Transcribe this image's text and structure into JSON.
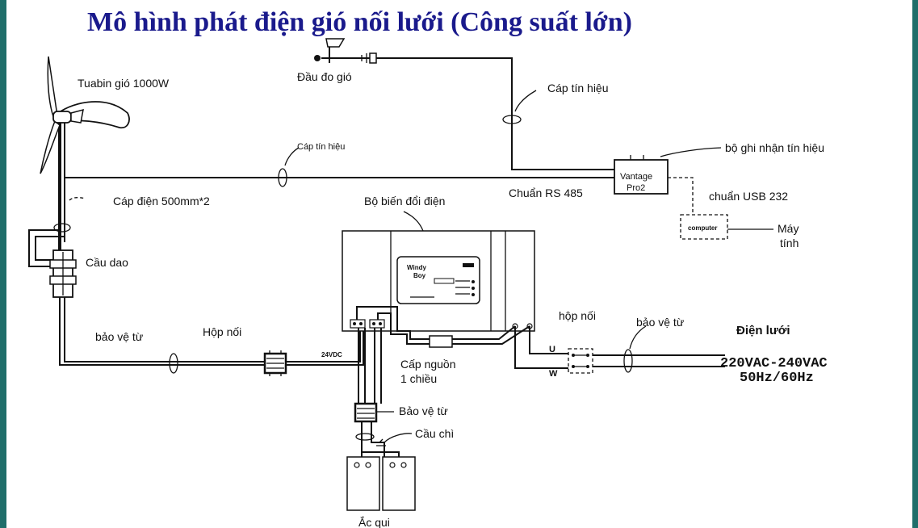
{
  "title": "Mô hình phát điện gió nối lưới (Công suất lớn)",
  "labels": {
    "turbine": "Tuabin gió 1000W",
    "wind_sensor": "Đầu đo gió",
    "signal_cable_top": "Cáp tín hiệu",
    "signal_cable_mid": "Cáp tín hiệu",
    "data_logger": "bộ ghi nhận tín hiệu",
    "logger_name_1": "Vantage",
    "logger_name_2": "Pro2",
    "rs485": "Chuẩn RS 485",
    "usb232": "chuẩn USB 232",
    "computer_box": "computer",
    "computer_1": "Máy",
    "computer_2": "tính",
    "power_cable": "Cáp điện 500mm*2",
    "switch": "Cầu dao",
    "inverter": "Bộ biến đổi điện",
    "inverter_brand_1": "Windy",
    "inverter_brand_2": "Boy",
    "protect_left": "bảo vệ từ",
    "junction_left": "Hộp nối",
    "vdc": "24VDC",
    "dc_cable_1": "Cấp nguồn",
    "dc_cable_2": "1 chiều",
    "protect_battery": "Bảo vệ từ",
    "fuse": "Cầu chì",
    "battery": "Ắc qui",
    "junction_right": "hộp nối",
    "protect_right": "bảo vệ từ",
    "grid": "Điện lưới",
    "phase_u": "U",
    "phase_w": "W",
    "grid_v": "220VAC-240VAC",
    "grid_hz": "50Hz/60Hz"
  }
}
